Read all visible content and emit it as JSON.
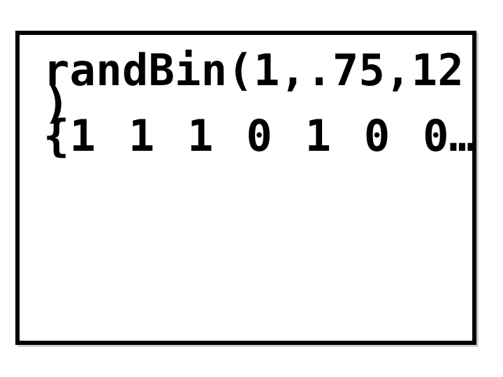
{
  "slide": {
    "background_color": "#ffffff"
  },
  "calculator_screen": {
    "description": "Calculator home screen showing a random binomial command and its list result",
    "border_color": "#000000",
    "text_color": "#000000",
    "background_color": "#ffffff",
    "lines": [
      "randBin(1,.75,12",
      ")",
      "{1 1 1 0 1 0 0…"
    ],
    "command": "randBin(1,.75,12)",
    "command_args": {
      "trials": 1,
      "probability": 0.75,
      "simulations": 12
    },
    "visible_result_values": [
      1,
      1,
      1,
      0,
      1,
      0,
      0
    ],
    "truncation_indicator": "…"
  }
}
